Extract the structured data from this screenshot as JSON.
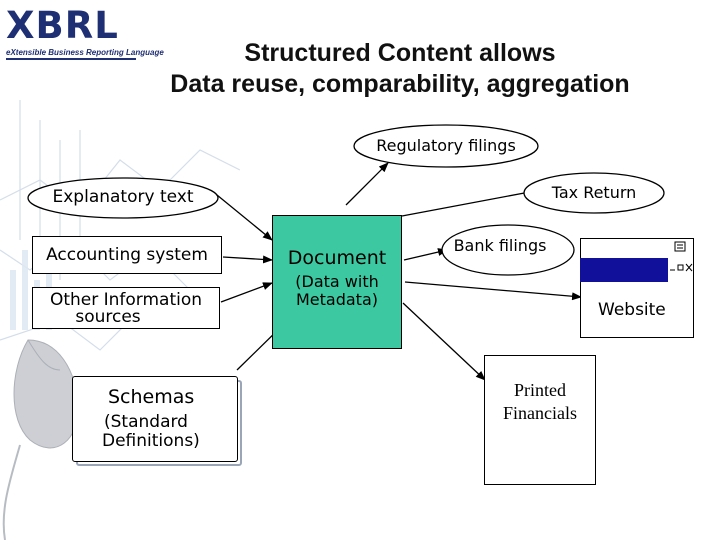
{
  "logo": {
    "wordmark": "XBRL",
    "tagline": "eXtensible Business Reporting Language"
  },
  "title": {
    "line1": "Structured Content allows",
    "line2": "Data reuse, comparability, aggregation"
  },
  "inputs": {
    "explanatory_text": "Explanatory text",
    "accounting_system": "Accounting system",
    "other_information_line1": "Other Information",
    "other_information_line2": "sources"
  },
  "schemas": {
    "title": "Schemas",
    "sub_line1": "(Standard",
    "sub_line2": "Definitions)"
  },
  "document": {
    "title": "Document",
    "sub_line1": "(Data with",
    "sub_line2": "Metadata)"
  },
  "outputs": {
    "regulatory_filings": "Regulatory filings",
    "tax_return": "Tax Return",
    "bank_filings": "Bank filings",
    "website": "Website",
    "printed_line1": "Printed",
    "printed_line2": "Financials"
  },
  "colors": {
    "document_fill": "#3cc8a0",
    "website_bar": "#10109a",
    "logo_blue": "#1f2f74",
    "arrow": "#000000"
  }
}
